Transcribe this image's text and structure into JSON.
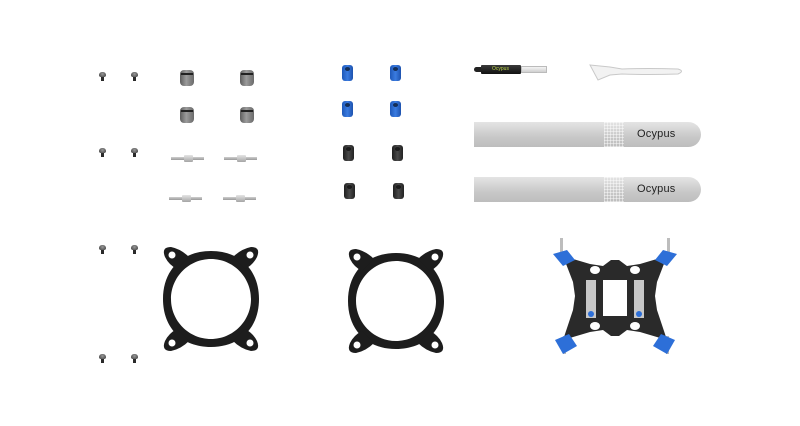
{
  "image": {
    "description": "Cooler mounting kit parts laid out on white background",
    "background_color": "#ffffff"
  },
  "parts": {
    "screws_small": {
      "label": "small screws",
      "count": 8,
      "color": "#3a3a3a"
    },
    "nuts_knurled": {
      "label": "knurled thumb nuts",
      "count": 4,
      "color": "#7a7a7a"
    },
    "standoffs": {
      "label": "threaded standoffs",
      "count": 4,
      "color": "#bdbdbd"
    },
    "spacers_blue": {
      "label": "blue spacers",
      "count": 4,
      "color": "#2f6fd6"
    },
    "spacers_black": {
      "label": "black spacers",
      "count": 4,
      "color": "#333333"
    },
    "thermal_paste": {
      "label": "thermal paste syringe",
      "logo_text": "Ocypus"
    },
    "spatula": {
      "label": "thermal paste spatula"
    },
    "straps": [
      {
        "label": "velcro cable strap",
        "brand": "Ocypus"
      },
      {
        "label": "velcro cable strap",
        "brand": "Ocypus"
      }
    ],
    "fan_brackets": {
      "label": "fan mounting brackets",
      "count": 2,
      "color": "#1a1a1a"
    },
    "backplate": {
      "label": "CPU backplate",
      "accent_color": "#2d6fd8",
      "color": "#2a2a2a"
    }
  }
}
